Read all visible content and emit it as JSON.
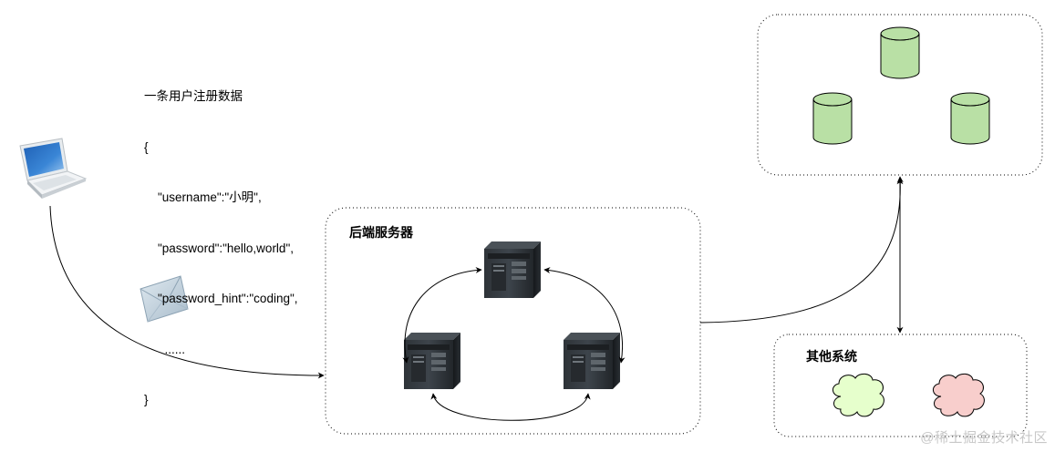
{
  "note": {
    "lines": [
      "一条用户注册数据",
      "{",
      "    \"username\":\"小明\",",
      "    \"password\":\"hello,world\",",
      "    \"password_hint\":\"coding\",",
      "      ......",
      "}"
    ]
  },
  "groups": {
    "backend": {
      "title": "后端服务器"
    },
    "other": {
      "title": "其他系统"
    }
  },
  "icons": {
    "client": "laptop-icon",
    "message": "envelope-icon",
    "server": "server-tower-icon",
    "database": "database-cylinder-icon",
    "cloud": "cloud-icon"
  },
  "colors": {
    "database_fill": "#b9e0a5",
    "database_stroke": "#000000",
    "cloud_green": "#e6ffcc",
    "cloud_red": "#f8cecc",
    "group_border": "#000000"
  },
  "watermark": "@稀土掘金技术社区"
}
